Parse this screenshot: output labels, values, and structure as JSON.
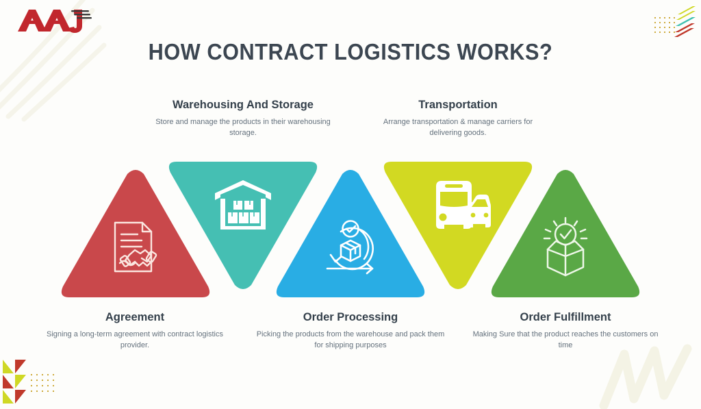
{
  "page": {
    "title": "HOW CONTRACT LOGISTICS WORKS?",
    "background_color": "#fdfdfb",
    "title_color": "#3c4651"
  },
  "brand": {
    "logo_text": "AAJ",
    "logo_color": "#c1272d",
    "logo_icon": "aaj-logo-icon"
  },
  "decorations": {
    "top_right": {
      "icon": "dot-grid-and-bars-decoration",
      "bar_colors": [
        "#cfd825",
        "#3fc0b0",
        "#c0392b"
      ],
      "dot_color": "#c9a227"
    },
    "bottom_left": {
      "icon": "triangle-pattern-decoration",
      "colors": [
        "#cfd825",
        "#c0392b"
      ],
      "dot_color": "#c9a227"
    },
    "watermark_top_left": {
      "icon": "leaf-watermark",
      "color": "#f2f0e2"
    },
    "watermark_bottom_right": {
      "icon": "squiggle-watermark",
      "color": "#f3f2e0"
    }
  },
  "steps": [
    {
      "id": "agreement",
      "label": "Agreement",
      "description": "Signing a long-term agreement with contract logistics provider.",
      "color": "#c9484b",
      "direction": "up",
      "caption_position": "bottom",
      "icon": "agreement-handshake-document-icon"
    },
    {
      "id": "warehousing-and-storage",
      "label": "Warehousing And Storage",
      "description": "Store and manage the products in their warehousing storage.",
      "color": "#45bfb3",
      "direction": "down",
      "caption_position": "top",
      "icon": "warehouse-building-icon"
    },
    {
      "id": "order-processing",
      "label": "Order Processing",
      "description": "Picking the products from the warehouse and pack them for shipping purposes",
      "color": "#29ade4",
      "direction": "up",
      "caption_position": "bottom",
      "icon": "package-process-arrows-icon"
    },
    {
      "id": "transportation",
      "label": "Transportation",
      "description": "Arrange transportation & manage carriers for delivering goods.",
      "color": "#d2d922",
      "direction": "down",
      "caption_position": "top",
      "icon": "truck-and-car-icon"
    },
    {
      "id": "order-fulfillment",
      "label": "Order Fulfillment",
      "description": "Making Sure that the product reaches the customers on time",
      "color": "#5aa846",
      "direction": "up",
      "caption_position": "bottom",
      "icon": "open-box-check-icon"
    }
  ]
}
